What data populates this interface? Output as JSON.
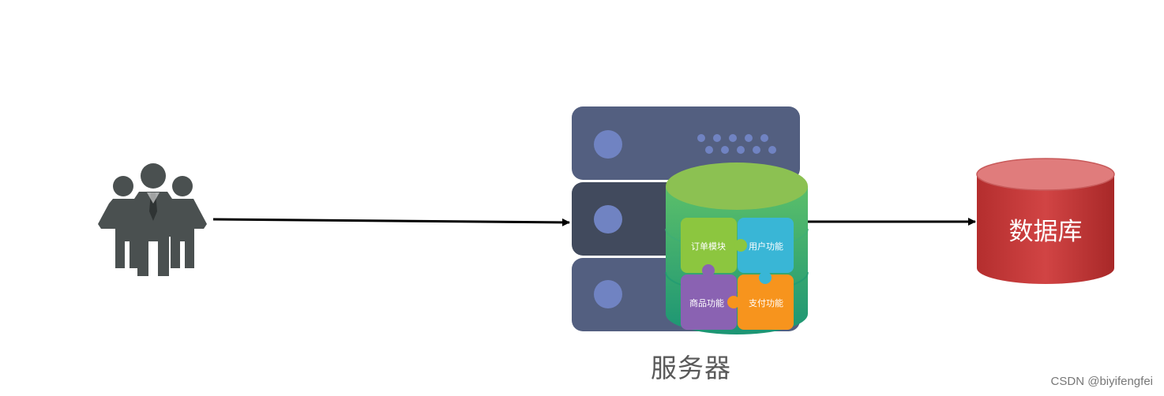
{
  "diagram": {
    "nodes": {
      "users": {
        "icon": "group-of-people-icon"
      },
      "server": {
        "icon": "server-rack-icon",
        "label": "服务器",
        "modules": [
          "订单模块",
          "用户功能",
          "商品功能",
          "支付功能"
        ]
      },
      "database": {
        "icon": "database-cylinder-icon",
        "label": "数据库"
      }
    },
    "edges": [
      {
        "from": "users",
        "to": "server"
      },
      {
        "from": "server",
        "to": "database"
      }
    ],
    "colors": {
      "server_unit": "#535f80",
      "server_unit_dark": "#414a5d",
      "server_led": "#7083c2",
      "app_cylinder_top": "#8cc152",
      "app_cylinder_mid": "#2bb07d",
      "module_green": "#8cc63f",
      "module_blue": "#39b6d6",
      "module_purple": "#8a62b2",
      "module_orange": "#f7941d",
      "database_top": "#e07c7c",
      "database_body": "#c83a3a",
      "people": "#4a5050",
      "arrow": "#000000"
    }
  },
  "watermark": "CSDN @biyifengfei"
}
